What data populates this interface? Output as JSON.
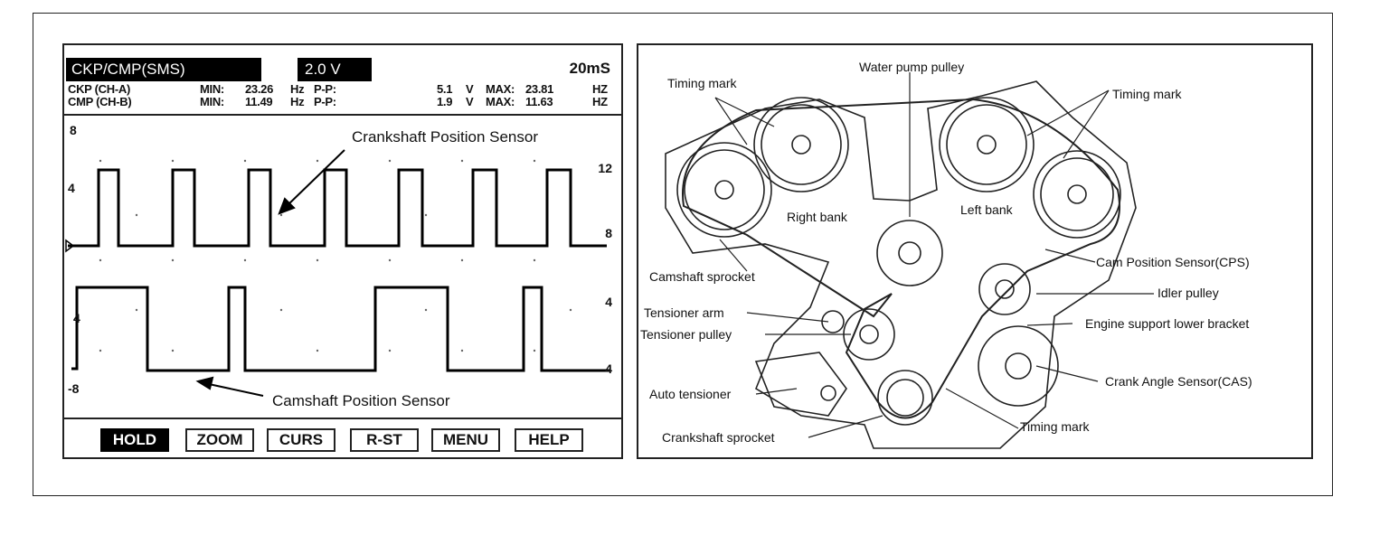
{
  "scope": {
    "title": "CKP/CMP(SMS)",
    "voltage": "2.0 V",
    "timebase": "20mS",
    "channels": [
      {
        "name": "CKP (CH-A)",
        "min_label": "MIN:",
        "min": "23.26",
        "min_unit": "Hz",
        "pp_label": "P-P:",
        "pp": "5.1",
        "pp_unit": "V",
        "max_label": "MAX:",
        "max": "23.81",
        "max_unit": "HZ"
      },
      {
        "name": "CMP (CH-B)",
        "min_label": "MIN:",
        "min": "11.49",
        "min_unit": "Hz",
        "pp_label": "P-P:",
        "pp": "1.9",
        "pp_unit": "V",
        "max_label": "MAX:",
        "max": "11.63",
        "max_unit": "HZ"
      }
    ],
    "left_ticks": [
      "8",
      "4",
      "4",
      "-8"
    ],
    "right_ticks": [
      "12",
      "8",
      "4",
      "4"
    ],
    "annotation_top": "Crankshaft Position Sensor",
    "annotation_bottom": "Camshaft Position Sensor",
    "buttons": [
      "HOLD",
      "ZOOM",
      "CURS",
      "R-ST",
      "MENU",
      "HELP"
    ],
    "active_button": "HOLD"
  },
  "engine": {
    "labels": {
      "timing_mark_1": "Timing mark",
      "water_pump": "Water pump pulley",
      "timing_mark_2": "Timing mark",
      "right_bank": "Right bank",
      "left_bank": "Left bank",
      "cps": "Cam Position Sensor(CPS)",
      "camshaft_sprocket": "Camshaft sprocket",
      "idler": "Idler pulley",
      "tensioner_arm": "Tensioner arm",
      "engine_support": "Engine support lower bracket",
      "tensioner_pulley": "Tensioner pulley",
      "auto_tensioner": "Auto tensioner",
      "cas": "Crank Angle Sensor(CAS)",
      "timing_mark_3": "Timing mark",
      "crankshaft_sprocket": "Crankshaft sprocket"
    }
  }
}
